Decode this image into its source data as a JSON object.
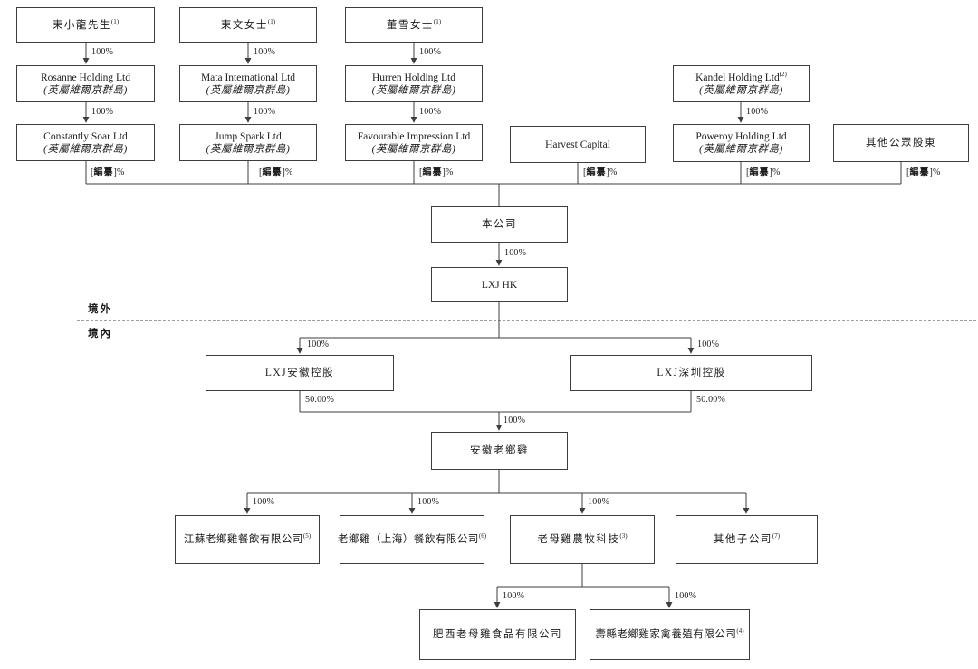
{
  "diagram": {
    "title_semantic": "shareholding-structure-chart",
    "region_divider": {
      "offshore": "境外",
      "onshore": "境內"
    },
    "labels": {
      "pct_100": "100%",
      "pct_50": "50.00%",
      "redacted": {
        "open": "[",
        "text": "編纂",
        "close": "]%"
      }
    },
    "nodes": {
      "shu_xiaolong": {
        "name": "束小龍先生",
        "footnote": "(1)"
      },
      "shu_wen": {
        "name": "束文女士",
        "footnote": "(1)"
      },
      "dong_xue": {
        "name": "董雪女士",
        "footnote": "(1)"
      },
      "rosanne": {
        "name": "Rosanne Holding Ltd",
        "origin": "(英屬維爾京群島)"
      },
      "mata": {
        "name": "Mata International Ltd",
        "origin": "(英屬維爾京群島)"
      },
      "hurren": {
        "name": "Hurren Holding Ltd",
        "origin": "(英屬維爾京群島)"
      },
      "kandel": {
        "name": "Kandel Holding Ltd",
        "footnote": "(2)",
        "origin": "(英屬維爾京群島)"
      },
      "constantly_soar": {
        "name": "Constantly Soar Ltd",
        "origin": "(英屬維爾京群島)"
      },
      "jump_spark": {
        "name": "Jump Spark Ltd",
        "origin": "(英屬維爾京群島)"
      },
      "favourable": {
        "name": "Favourable Impression Ltd",
        "origin": "(英屬維爾京群島)"
      },
      "harvest": {
        "name": "Harvest Capital"
      },
      "poweroy": {
        "name": "Poweroy Holding Ltd",
        "origin": "(英屬維爾京群島)"
      },
      "other_public": {
        "name": "其他公眾股東"
      },
      "company": {
        "name": "本公司"
      },
      "lxj_hk": {
        "name": "LXJ HK"
      },
      "lxj_anhui": {
        "name": "LXJ安徽控股"
      },
      "lxj_shenzhen": {
        "name": "LXJ深圳控股"
      },
      "anhui_lxj": {
        "name": "安徽老鄉雞"
      },
      "jiangsu": {
        "name": "江蘇老鄉雞餐飲有限公司",
        "footnote": "(5)"
      },
      "shanghai": {
        "name": "老鄉雞（上海）餐飲有限公司",
        "footnote": "(6)"
      },
      "nongmu": {
        "name": "老母雞農牧科技",
        "footnote": "(3)"
      },
      "other_subs": {
        "name": "其他子公司",
        "footnote": "(7)"
      },
      "feixi": {
        "name": "肥西老母雞食品有限公司"
      },
      "shouxian": {
        "name": "壽縣老鄉雞家禽養殖有限公司",
        "footnote": "(4)"
      }
    }
  }
}
